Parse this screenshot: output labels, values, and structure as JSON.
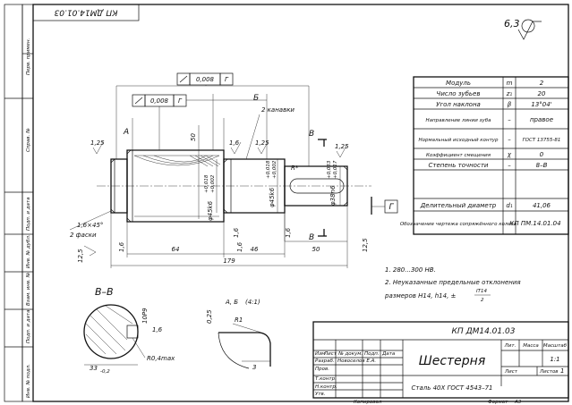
{
  "stamp_top": "КП ДМ14.01.03",
  "side_labels": [
    "Перв. примен.",
    "Справ. №",
    "Подп. и дата",
    "Инв. № дубл.",
    "Взам. инв. №",
    "Подп. и дата",
    "Инв. № подл."
  ],
  "roughness": "6,3",
  "tolerances": {
    "runout_top": [
      "0,008",
      "Г"
    ],
    "runout_mid": [
      "0,008",
      "Г"
    ]
  },
  "section_marks": {
    "b_upper": "Б",
    "b_lower_left": "В",
    "b_lower_right": "В",
    "a_left": "А",
    "datum": "Г"
  },
  "annotations": {
    "grooves": "2 канавки",
    "chamfer": "1,6×45°",
    "chamfers": "2 фаски",
    "fillet": "R*"
  },
  "dimensions": {
    "d1": "φ45k6",
    "d1_tol_top": "+0,018",
    "d1_tol_bot": "+0,002",
    "d2": "φ45k6",
    "d2_tol_top": "+0,018",
    "d2_tol_bot": "+0,002",
    "d3": "φ38n6",
    "d3_tol_top": "+0,033",
    "d3_tol_bot": "+0,017",
    "r_125_a": "1,25",
    "r_125_b": "1,25",
    "r_125_c": "1,25",
    "r_125_d": "12,5",
    "r_125_e": "12,5",
    "r_16_a": "1,6",
    "r_16_b": "1,6",
    "r_16_c": "1,6",
    "r_16_d": "1,6",
    "r_16_e": "1,6",
    "r_16_f": "1,6",
    "len_50_top": "50",
    "len_64": "64",
    "len_46": "46",
    "len_50_right": "50",
    "len_179": "179"
  },
  "notes": {
    "n1": "1. 280...300 HB.",
    "n2": "2. Неуказанные предельные отклонения",
    "n3": "размеров H14, h14, ±",
    "n3_frac_top": "IT14",
    "n3_frac_bot": "2"
  },
  "section_view": {
    "title": "В–В",
    "r": "R0,4max",
    "dim_33": "33",
    "dim_33_tol": "-0,2",
    "dim_10": "10P9",
    "rough": "1,6"
  },
  "detail_view": {
    "title": "А, Б",
    "scale": "(4:1)",
    "r1": "R1",
    "d025": "0,25",
    "d3": "3"
  },
  "params_table": {
    "rows": [
      {
        "name": "Модуль",
        "sym": "m",
        "val": "2"
      },
      {
        "name": "Число зубьев",
        "sym": "z₁",
        "val": "20"
      },
      {
        "name": "Угол наклона",
        "sym": "β",
        "val": "13°04'"
      },
      {
        "name": "Направление линии зуба",
        "sym": "–",
        "val": "правое"
      },
      {
        "name": "Нормальный исходный контур",
        "sym": "–",
        "val": "ГОСТ 13755-81"
      },
      {
        "name": "Коэффициент смещения",
        "sym": "χ",
        "val": "0"
      },
      {
        "name": "Степень точности",
        "sym": "–",
        "val": "8–В"
      },
      {
        "name": "Делительный диаметр",
        "sym": "d₁",
        "val": "41,06"
      },
      {
        "name": "Обозначение чертежа сопряжённого колеса",
        "sym": "",
        "val": "КП ПМ.14.01.04"
      }
    ]
  },
  "title_block": {
    "code": "КП ДМ14.01.03",
    "part": "Шестерня",
    "material": "Сталь 40Х ГОСТ 4543–71",
    "col_lit": "Лит.",
    "col_mass": "Масса",
    "col_scale": "Масштаб",
    "scale": "1:1",
    "sheet": "Лист",
    "sheets": "Листов",
    "sheets_val": "1",
    "hdr": [
      "Изм",
      "Лист",
      "№ докум.",
      "Подп.",
      "Дата"
    ],
    "roles": [
      "Разраб.",
      "Пров.",
      "Т.контр.",
      "Н.контр.",
      "Утв."
    ],
    "developer": "Новоселов Е.А.",
    "copied": "Копировал",
    "format": "Формат",
    "format_val": "А3"
  }
}
